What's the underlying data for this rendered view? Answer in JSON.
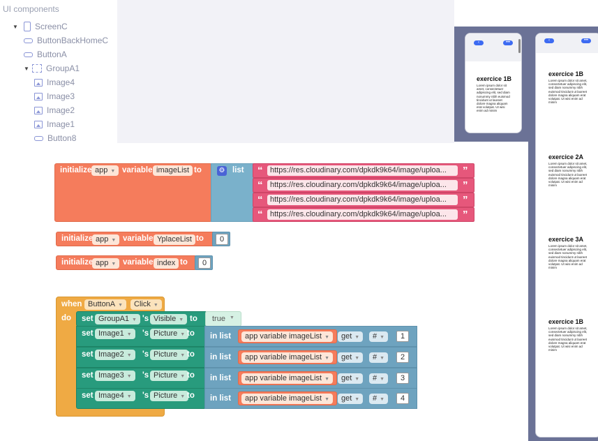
{
  "tree": {
    "title": "UI components",
    "screen": "ScreenC",
    "items": [
      "ButtonBackHomeC",
      "ButtonA",
      "GroupA1",
      "Image4",
      "Image3",
      "Image2",
      "Image1",
      "Button8"
    ]
  },
  "init_imagelist": {
    "initialize": "initialize",
    "scope": "app",
    "variable": "variable",
    "name": "imageList",
    "to": "to",
    "list": "list",
    "urls": [
      "https://res.cloudinary.com/dpkdk9k64/image/uploa...",
      "https://res.cloudinary.com/dpkdk9k64/image/uploa...",
      "https://res.cloudinary.com/dpkdk9k64/image/uploa...",
      "https://res.cloudinary.com/dpkdk9k64/image/uploa..."
    ]
  },
  "init_yplace": {
    "initialize": "initialize",
    "scope": "app",
    "variable": "variable",
    "name": "YplaceList",
    "to": "to",
    "value": "0"
  },
  "init_index": {
    "initialize": "initialize",
    "scope": "app",
    "variable": "variable",
    "name": "index",
    "to": "to",
    "value": "0"
  },
  "event": {
    "when": "when",
    "component": "ButtonA",
    "event": "Click",
    "do": "do",
    "set_visible": {
      "set": "set",
      "component": "GroupA1",
      "s": "'s",
      "prop": "Visible",
      "to": "to",
      "value": "true"
    },
    "rows": [
      {
        "set": "set",
        "component": "Image1",
        "s": "'s",
        "prop": "Picture",
        "to": "to",
        "inlist": "in list",
        "var": "app variable imageList",
        "get": "get",
        "hash": "#",
        "num": "1"
      },
      {
        "set": "set",
        "component": "Image2",
        "s": "'s",
        "prop": "Picture",
        "to": "to",
        "inlist": "in list",
        "var": "app variable imageList",
        "get": "get",
        "hash": "#",
        "num": "2"
      },
      {
        "set": "set",
        "component": "Image3",
        "s": "'s",
        "prop": "Picture",
        "to": "to",
        "inlist": "in list",
        "var": "app variable imageList",
        "get": "get",
        "hash": "#",
        "num": "3"
      },
      {
        "set": "set",
        "component": "Image4",
        "s": "'s",
        "prop": "Picture",
        "to": "to",
        "inlist": "in list",
        "var": "app variable imageList",
        "get": "get",
        "hash": "#",
        "num": "4"
      }
    ]
  },
  "phones": {
    "small_title": "exercice 1B",
    "items": [
      "exercice 1B",
      "exercice 2A",
      "exercice 3A",
      "exercice 1B"
    ]
  }
}
